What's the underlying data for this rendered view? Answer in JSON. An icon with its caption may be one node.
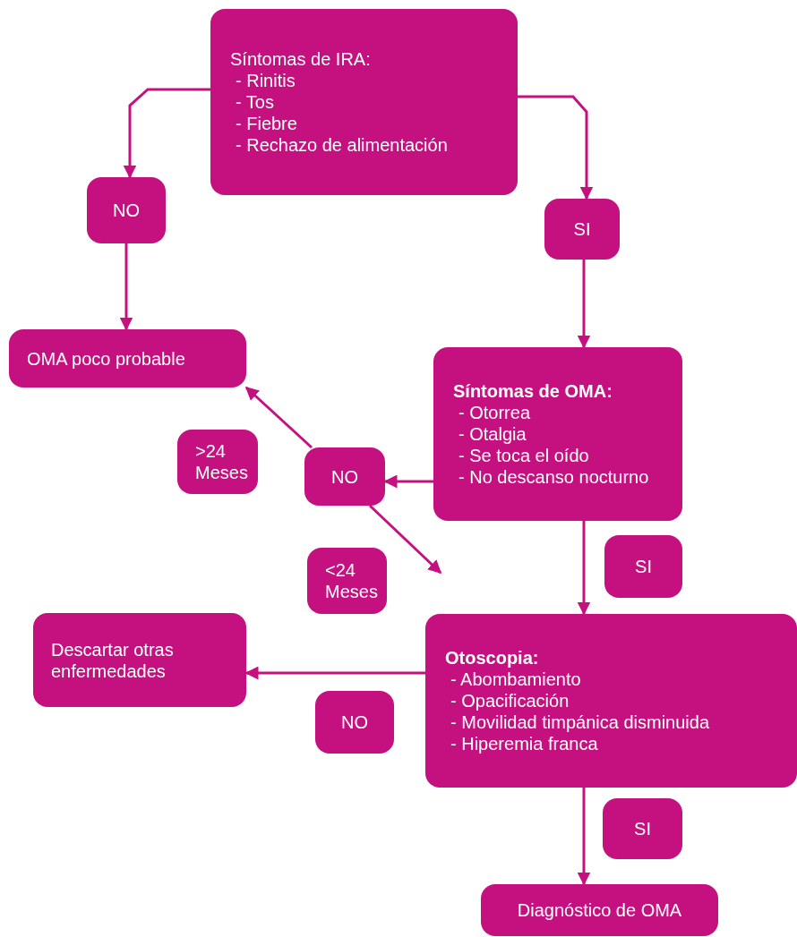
{
  "diagram": {
    "nodes": [
      {
        "text": [
          "Síntomas de IRA:",
          "- Rinitis",
          "- Tos",
          "- Fiebre",
          "- Rechazo de alimentación"
        ]
      },
      {
        "text": [
          "NO"
        ]
      },
      {
        "text": [
          "SI"
        ]
      },
      {
        "text": [
          "OMA poco probable"
        ]
      },
      {
        "text": [
          "Síntomas de OMA:",
          "- Otorrea",
          "- Otalgia",
          "- Se toca el oído",
          "- No descanso nocturno"
        ]
      },
      {
        "text": [
          ">24 Meses"
        ]
      },
      {
        "text": [
          "NO"
        ]
      },
      {
        "text": [
          "<24 Meses"
        ]
      },
      {
        "text": [
          "SI"
        ]
      },
      {
        "text": [
          "Descartar otras enfermedades"
        ]
      },
      {
        "text": [
          "Otoscopia:",
          "- Abombamiento",
          "- Opacificación",
          "- Movilidad timpánica disminuida",
          "- Hiperemia franca"
        ]
      },
      {
        "text": [
          "NO"
        ]
      },
      {
        "text": [
          "SI"
        ]
      },
      {
        "text": [
          "Diagnóstico de OMA"
        ]
      }
    ],
    "edges": [
      {
        "from": 0,
        "to": 1,
        "arrow": "to"
      },
      {
        "from": 1,
        "to": 3,
        "arrow": "to"
      },
      {
        "from": 0,
        "to": 2,
        "arrow": "to"
      },
      {
        "from": 2,
        "to": 4,
        "arrow": "to"
      },
      {
        "from": 4,
        "to": 6,
        "arrow": "to"
      },
      {
        "from": 6,
        "to": 3,
        "arrow": "to"
      },
      {
        "from": 6,
        "to": null,
        "arrow": "to"
      },
      {
        "from": 4,
        "to": 10,
        "arrow": "to"
      },
      {
        "from": 10,
        "to": 9,
        "arrow": "to"
      },
      {
        "from": 10,
        "to": 13,
        "arrow": "to"
      }
    ]
  }
}
